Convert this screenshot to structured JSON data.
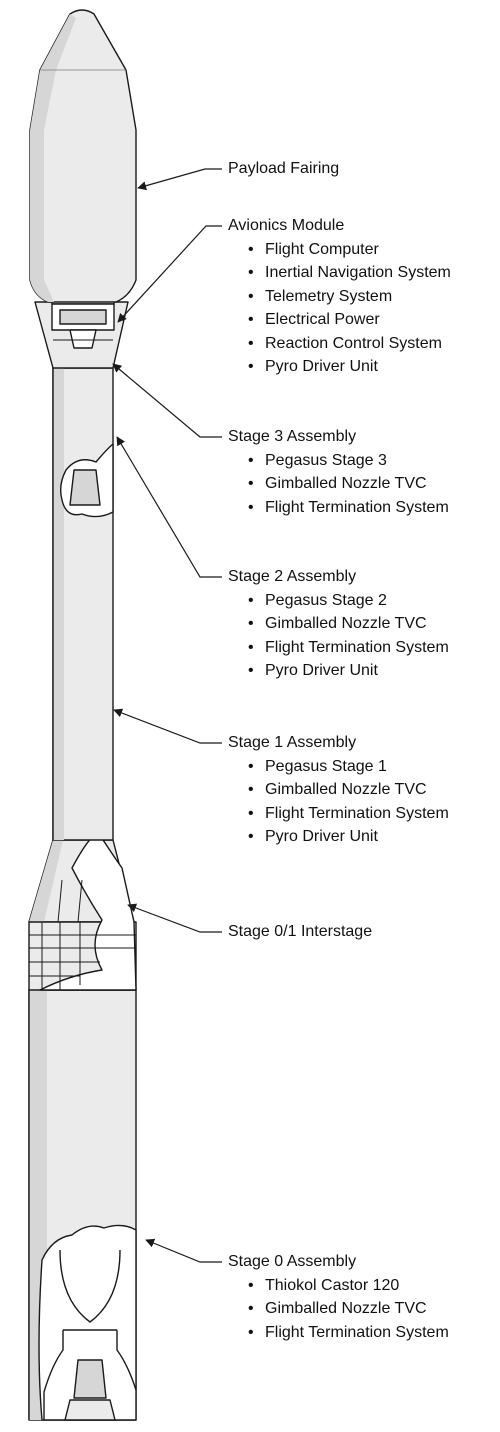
{
  "colors": {
    "rocket_fill": "#ebebeb",
    "rocket_stroke": "#1a1a1a",
    "shadow_fill": "#d6d6d6",
    "cutaway_fill": "#ffffff",
    "leader_line": "#1a1a1a",
    "text": "#111111"
  },
  "components": [
    {
      "id": "payload-fairing",
      "title": "Payload Fairing",
      "items": []
    },
    {
      "id": "avionics-module",
      "title": "Avionics Module",
      "items": [
        "Flight Computer",
        "Inertial Navigation System",
        "Telemetry System",
        "Electrical Power",
        "Reaction Control System",
        "Pyro Driver Unit"
      ]
    },
    {
      "id": "stage-3-assembly",
      "title": "Stage 3 Assembly",
      "items": [
        "Pegasus Stage 3",
        "Gimballed Nozzle TVC",
        "Flight Termination System"
      ]
    },
    {
      "id": "stage-2-assembly",
      "title": "Stage 2 Assembly",
      "items": [
        "Pegasus Stage 2",
        "Gimballed Nozzle TVC",
        "Flight Termination System",
        "Pyro Driver Unit"
      ]
    },
    {
      "id": "stage-1-assembly",
      "title": "Stage 1 Assembly",
      "items": [
        "Pegasus Stage 1",
        "Gimballed Nozzle TVC",
        "Flight Termination System",
        "Pyro Driver Unit"
      ]
    },
    {
      "id": "stage-0-1-interstage",
      "title": "Stage 0/1 Interstage",
      "items": []
    },
    {
      "id": "stage-0-assembly",
      "title": "Stage 0 Assembly",
      "items": [
        "Thiokol Castor 120",
        "Gimballed Nozzle TVC",
        "Flight Termination System"
      ]
    }
  ]
}
